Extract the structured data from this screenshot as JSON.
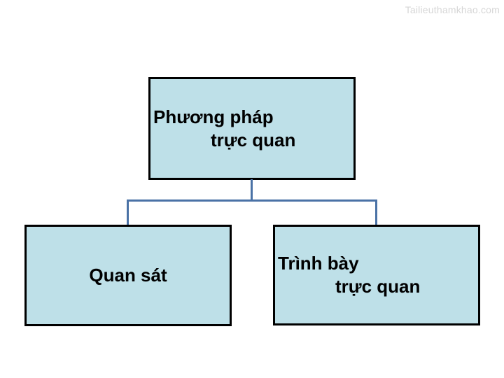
{
  "watermark": "Tailieuthamkhao.com",
  "colors": {
    "box_fill": "#bee0e8",
    "box_border": "#000000",
    "connector": "#4a72a6",
    "text": "#000000",
    "watermark_text": "#d6d6d6",
    "background": "#ffffff"
  },
  "diagram": {
    "type": "hierarchy",
    "root": {
      "line1": "Phương pháp",
      "line2": "trực quan",
      "full_label": "Phương pháp trực quan"
    },
    "children": [
      {
        "label": "Quan sát"
      },
      {
        "line1": "Trình bày",
        "line2": "trực quan",
        "full_label": "Trình bày trực quan"
      }
    ]
  }
}
